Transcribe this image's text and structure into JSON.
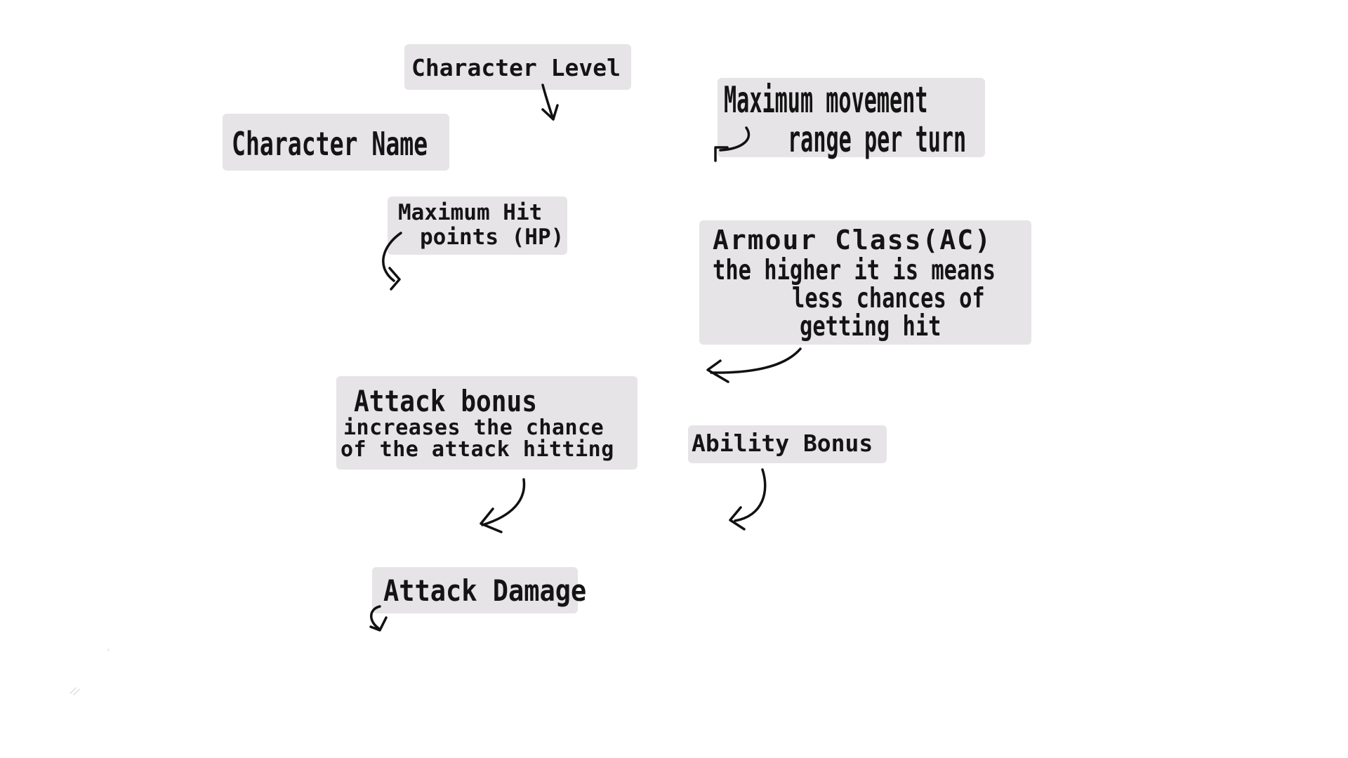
{
  "labels": {
    "character_level": "Character Level",
    "character_name": "Character Name",
    "max_movement": {
      "line1": "Maximum movement",
      "line2": "range per turn"
    },
    "max_hp": {
      "line1": "Maximum Hit",
      "line2": "points (HP)"
    },
    "armour_class": {
      "title": "Armour Class(AC)",
      "line2": "the higher it is means",
      "line3": "less chances of",
      "line4": "getting hit"
    },
    "attack_bonus": {
      "title": "Attack bonus",
      "line2": "increases the chance",
      "line3": "of the attack hitting"
    },
    "ability_bonus": "Ability Bonus",
    "attack_damage": "Attack Damage"
  },
  "colors": {
    "background": "#ffffff",
    "label_fill": "#e6e4e6",
    "ink": "#111111"
  },
  "icons": {
    "pointer": "hand-drawn-arrow-icon"
  }
}
